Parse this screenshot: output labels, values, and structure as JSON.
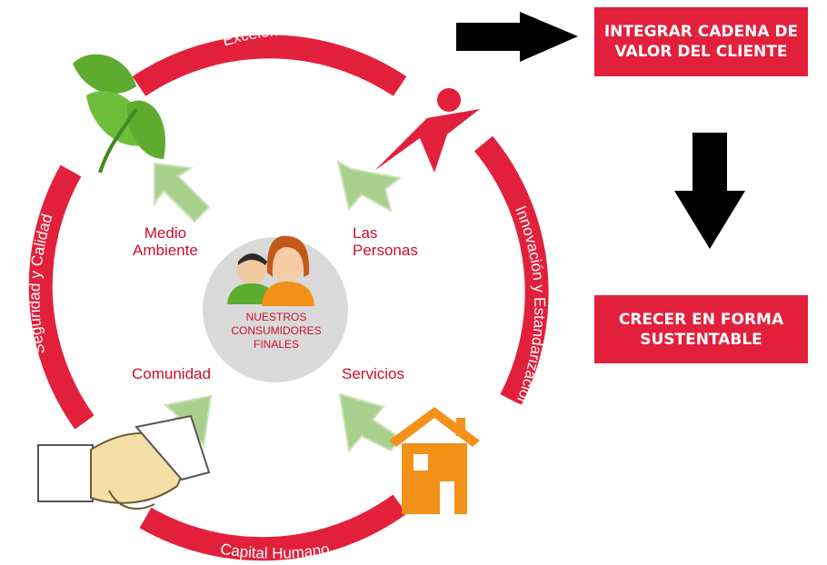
{
  "ring_labels": {
    "top": "Excelencia Operacional",
    "right": "Innovación y Estandarización",
    "bottom": "Capital Humano",
    "left": "Seguridad y Calidad"
  },
  "pillars": {
    "medio_ambiente": [
      "Medio",
      "Ambiente"
    ],
    "las_personas": [
      "Las",
      "Personas"
    ],
    "comunidad": "Comunidad",
    "servicios": "Servicios"
  },
  "center": [
    "NUESTROS",
    "CONSUMIDORES",
    "FINALES"
  ],
  "goals": {
    "top": [
      "INTEGRAR CADENA DE",
      "VALOR DEL CLIENTE"
    ],
    "bottom": [
      "CRECER EN FORMA",
      "SUSTENTABLE"
    ]
  },
  "colors": {
    "ring": "#e3203b",
    "label_text": "#c8102e",
    "arrow_fill": "#a9cf8d",
    "leaf": "#5dab2f",
    "house": "#f39019",
    "figure": "#e3203b",
    "center_circle": "#d9d9d9",
    "big_arrows": "#000000"
  },
  "icons": [
    "leaf-icon",
    "person-star-icon",
    "handshake-icon",
    "house-icon",
    "consumers-icon"
  ]
}
